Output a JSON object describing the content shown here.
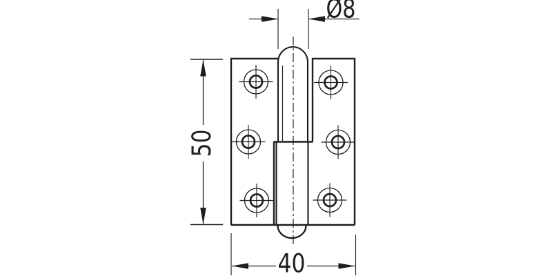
{
  "drawing": {
    "type": "technical-drawing",
    "subject": "lift-off hinge, front elevation",
    "dimension_labels": {
      "pin_diameter": "Ø8",
      "height": "50",
      "width": "40"
    },
    "screw_hole_count": 6,
    "line_color": "#1e1e1e",
    "background_color": "#ffffff"
  }
}
